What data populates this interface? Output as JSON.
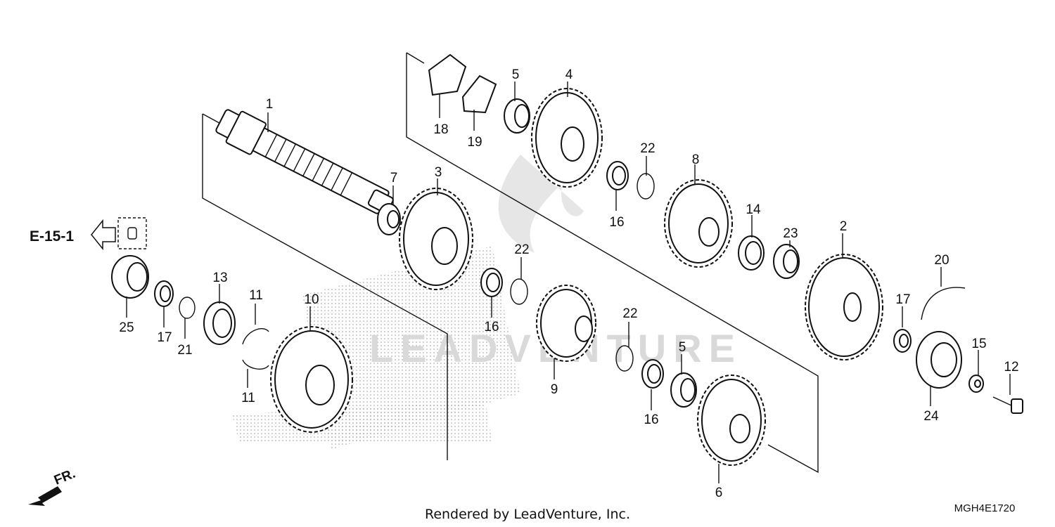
{
  "diagram": {
    "reference": {
      "label": "E-15-1",
      "arrow_icon": "left-arrow-icon",
      "box_icon": "dowel-pin-icon"
    },
    "direction": {
      "label": "FR.",
      "icon": "front-direction-arrow-icon"
    },
    "watermark": "LEADVENTURE",
    "footer_text": "Rendered by LeadVenture, Inc.",
    "diagram_code": "MGH4E1720",
    "callouts": [
      {
        "id": "c1",
        "text": "1"
      },
      {
        "id": "c2",
        "text": "2"
      },
      {
        "id": "c3",
        "text": "3"
      },
      {
        "id": "c4",
        "text": "4"
      },
      {
        "id": "c5a",
        "text": "5"
      },
      {
        "id": "c5b",
        "text": "5"
      },
      {
        "id": "c6",
        "text": "6"
      },
      {
        "id": "c7",
        "text": "7"
      },
      {
        "id": "c8",
        "text": "8"
      },
      {
        "id": "c9",
        "text": "9"
      },
      {
        "id": "c10",
        "text": "10"
      },
      {
        "id": "c11a",
        "text": "11"
      },
      {
        "id": "c11b",
        "text": "11"
      },
      {
        "id": "c12",
        "text": "12"
      },
      {
        "id": "c13",
        "text": "13"
      },
      {
        "id": "c14",
        "text": "14"
      },
      {
        "id": "c15",
        "text": "15"
      },
      {
        "id": "c16a",
        "text": "16"
      },
      {
        "id": "c16b",
        "text": "16"
      },
      {
        "id": "c16c",
        "text": "16"
      },
      {
        "id": "c17a",
        "text": "17"
      },
      {
        "id": "c17b",
        "text": "17"
      },
      {
        "id": "c18",
        "text": "18"
      },
      {
        "id": "c19",
        "text": "19"
      },
      {
        "id": "c20",
        "text": "20"
      },
      {
        "id": "c21",
        "text": "21"
      },
      {
        "id": "c22a",
        "text": "22"
      },
      {
        "id": "c22b",
        "text": "22"
      },
      {
        "id": "c22c",
        "text": "22"
      },
      {
        "id": "c23",
        "text": "23"
      },
      {
        "id": "c24",
        "text": "24"
      },
      {
        "id": "c25",
        "text": "25"
      }
    ]
  }
}
